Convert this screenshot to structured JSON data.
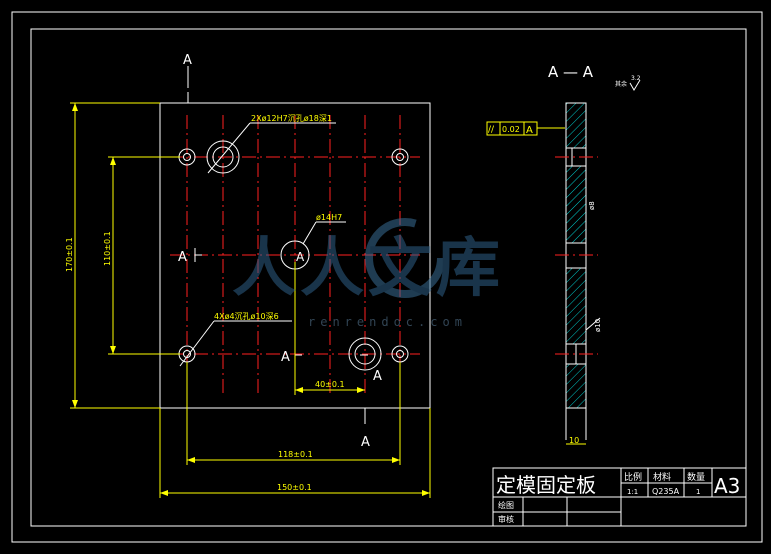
{
  "drawing": {
    "section_marks": {
      "top": "A",
      "bottom": "A",
      "mid_left": "A",
      "mid_center": "A",
      "mid_hole": "A",
      "bottom_right": "A"
    },
    "section_view_title": "A — A",
    "roughness_label": "其余",
    "roughness_value": "3.2",
    "callouts": {
      "counterbore_12": "2Xø12H7沉孔ø18深1",
      "center_hole": "ø14H7",
      "counterbore_4": "4Xø4沉孔ø10深6"
    },
    "dimensions": {
      "height_outer": "170±0.1",
      "height_inner": "110±0.1",
      "width_inner": "118±0.1",
      "width_outer": "150±0.1",
      "offset_40": "40±0.1",
      "thickness": "10",
      "side_note": "ø8",
      "side_note2": "ø10"
    },
    "tolerance": {
      "symbol": "//",
      "value": "0.02",
      "datum": "A"
    },
    "colors": {
      "outline": "#ffffff",
      "center": "#ff2020",
      "dimension": "#ffff00",
      "hatch": "#00cccc",
      "callout": "#ffff00"
    },
    "title_block": {
      "name": "定模固定板",
      "scale_header": "比例",
      "material_header": "材料",
      "qty_header": "数量",
      "scale": "1:1",
      "material": "Q235A",
      "qty": "1",
      "sheet": "A3",
      "drawn_label": "绘图",
      "checked_label": "审核"
    },
    "watermark": {
      "text": "人人文库",
      "url": "renrendoc.com"
    }
  }
}
